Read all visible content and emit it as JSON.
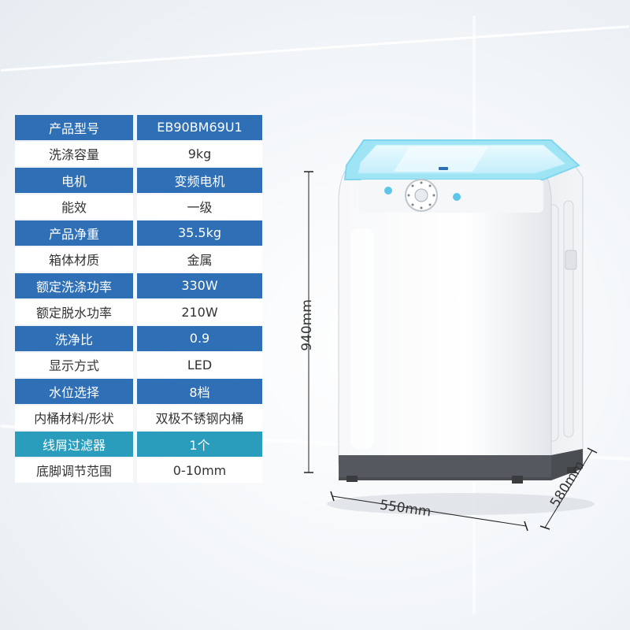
{
  "specs": [
    {
      "label": "产品型号",
      "value": "EB90BM69U1",
      "style": "dark"
    },
    {
      "label": "洗涤容量",
      "value": "9kg",
      "style": "light"
    },
    {
      "label": "电机",
      "value": "变频电机",
      "style": "dark"
    },
    {
      "label": "能效",
      "value": "一级",
      "style": "light"
    },
    {
      "label": "产品净重",
      "value": "35.5kg",
      "style": "dark"
    },
    {
      "label": "箱体材质",
      "value": "金属",
      "style": "light"
    },
    {
      "label": "额定洗涤功率",
      "value": "330W",
      "style": "dark"
    },
    {
      "label": "额定脱水功率",
      "value": "210W",
      "style": "light"
    },
    {
      "label": "洗净比",
      "value": "0.9",
      "style": "dark"
    },
    {
      "label": "显示方式",
      "value": "LED",
      "style": "light"
    },
    {
      "label": "水位选择",
      "value": "8档",
      "style": "dark"
    },
    {
      "label": "内桶材料/形状",
      "value": "双极不锈钢内桶",
      "style": "light"
    },
    {
      "label": "线屑过滤器",
      "value": "1个",
      "style": "teal"
    },
    {
      "label": "底脚调节范围",
      "value": "0-10mm",
      "style": "light"
    }
  ],
  "dimensions": {
    "height": "940mm",
    "width": "550mm",
    "depth": "580mm"
  },
  "colors": {
    "row_dark": "#2f6fb5",
    "row_teal": "#2a9dbd",
    "lid_accent": "#7fd6ee"
  },
  "product_image": "top-load-washing-machine"
}
